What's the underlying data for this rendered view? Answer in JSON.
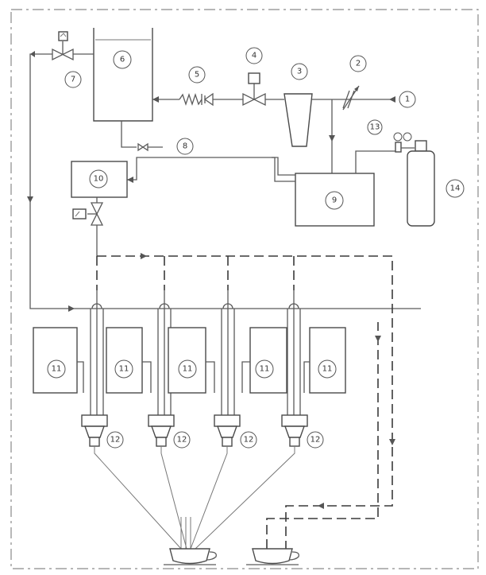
{
  "labels": {
    "n1": "1",
    "n2": "2",
    "n3": "3",
    "n4": "4",
    "n5": "5",
    "n6": "6",
    "n7": "7",
    "n8": "8",
    "n9": "9",
    "n10": "10",
    "n11": "11",
    "n12": "12",
    "n13": "13",
    "n14": "14"
  },
  "colors": {
    "line": "#5a5a5a",
    "dashed": "#3a3a3a",
    "border": "#8a8a8a"
  }
}
